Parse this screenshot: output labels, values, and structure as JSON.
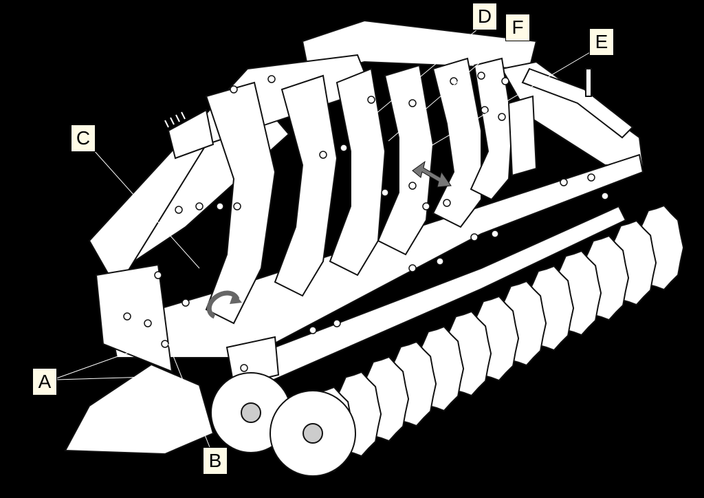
{
  "labels": {
    "a": "A",
    "b": "B",
    "c": "C",
    "d": "D",
    "e": "E",
    "f": "F"
  },
  "colors": {
    "background": "#000000",
    "metal": "#ffffff",
    "outline": "#111111",
    "label_bg": "#fffbe6",
    "adjust_arrow": "#777777"
  }
}
